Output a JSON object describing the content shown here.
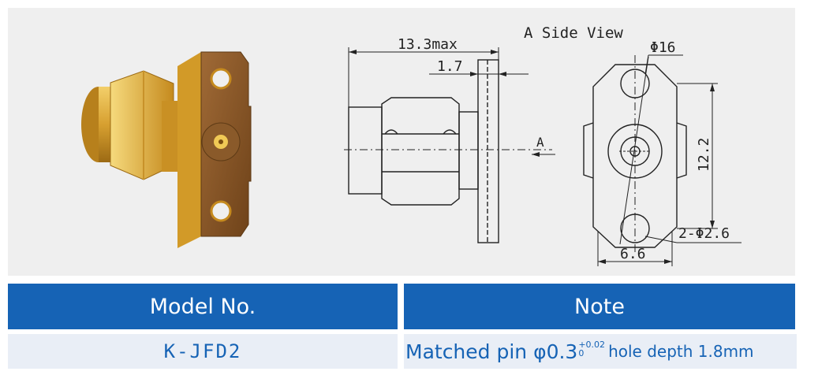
{
  "drawing": {
    "side_view_title": "A Side View",
    "dims": {
      "overall_length": "13.3max",
      "flange_thickness": "1.7",
      "view_arrow": "A",
      "hole_pitch": "12.2",
      "flange_width": "6.6",
      "pcd": "Φ16",
      "holes": "2-Φ2.6"
    }
  },
  "table": {
    "headers": [
      "Model No.",
      "Note"
    ],
    "rows": [
      {
        "model": "K-JFD2",
        "note_prefix": "Matched pin φ0.3",
        "tol_upper": "+0.02",
        "tol_lower": "0",
        "note_suffix": "hole depth 1.8mm"
      }
    ]
  },
  "colors": {
    "header_bg": "#1663b5",
    "row_bg": "#e9eef6",
    "text_blue": "#1663b5",
    "gold": "#d9a02a",
    "flange": "#8a5a2a"
  }
}
